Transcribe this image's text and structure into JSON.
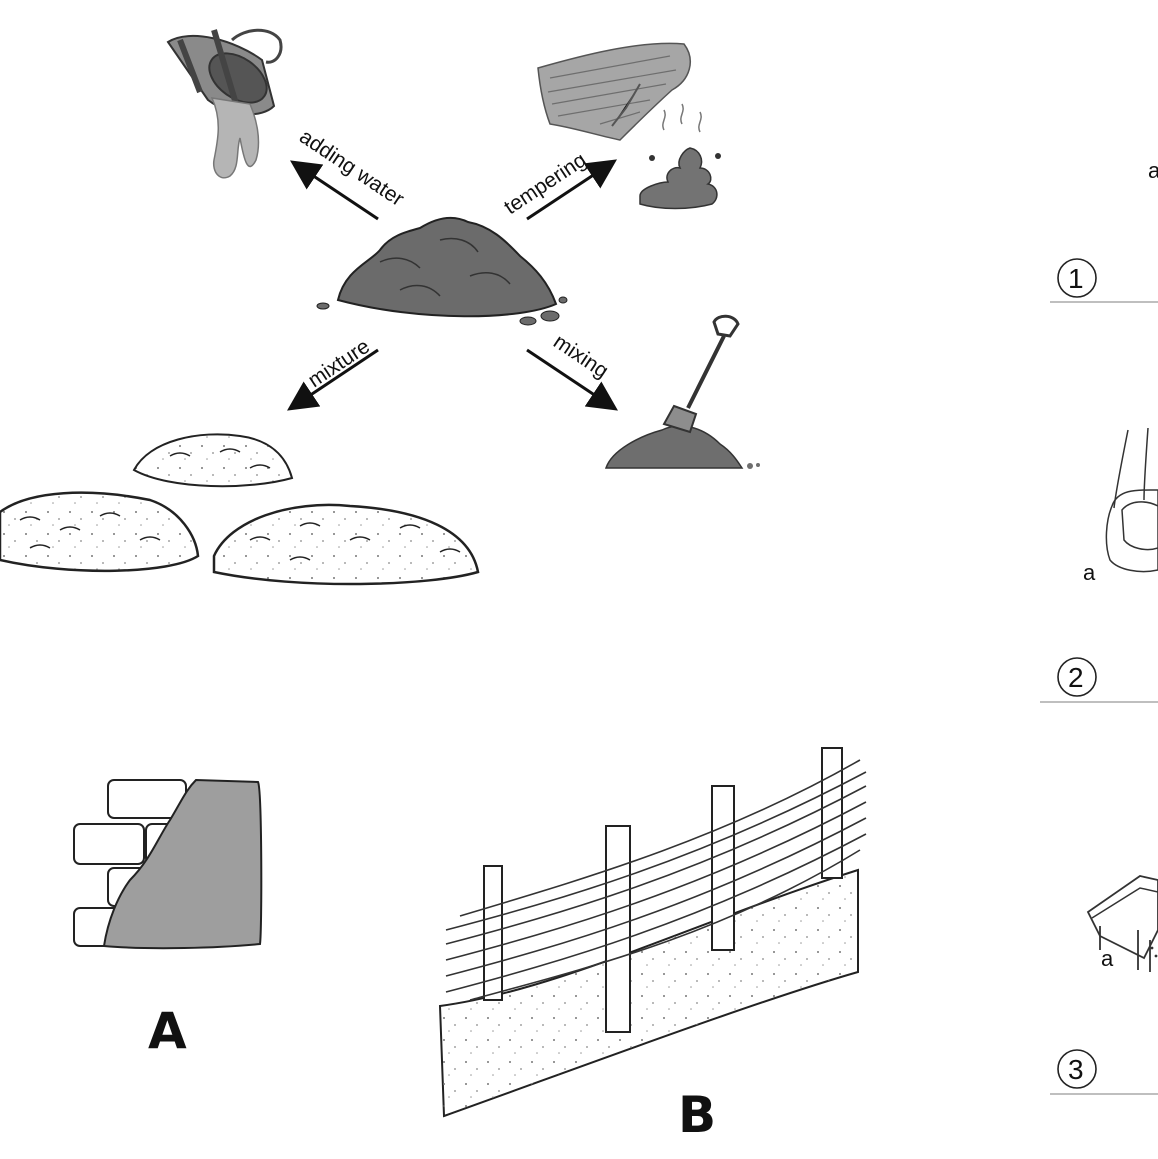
{
  "top_diagram": {
    "arrows": [
      {
        "label": "adding water"
      },
      {
        "label": "tempering"
      },
      {
        "label": "mixture"
      },
      {
        "label": "mixing"
      }
    ]
  },
  "panels": {
    "a_label": "A",
    "b_label": "B"
  },
  "steps": [
    {
      "number": "1",
      "marker": "a"
    },
    {
      "number": "2",
      "marker": "a"
    },
    {
      "number": "3",
      "marker": "a"
    }
  ]
}
